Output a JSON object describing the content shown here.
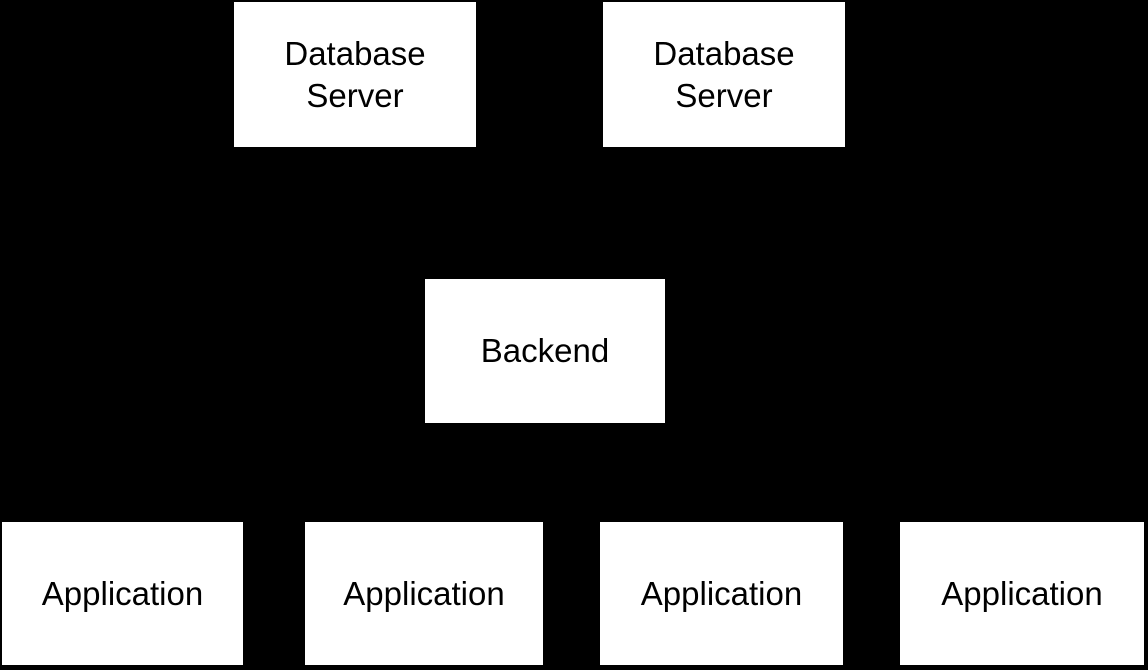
{
  "colors": {
    "background": "#000000",
    "node_fill": "#ffffff",
    "node_text": "#000000"
  },
  "diagram": {
    "type": "architecture-diagram",
    "nodes": [
      {
        "id": "database-server-1",
        "label": "Database Server",
        "row": "top"
      },
      {
        "id": "database-server-2",
        "label": "Database Server",
        "row": "top"
      },
      {
        "id": "backend",
        "label": "Backend",
        "row": "middle"
      },
      {
        "id": "application-1",
        "label": "Application",
        "row": "bottom"
      },
      {
        "id": "application-2",
        "label": "Application",
        "row": "bottom"
      },
      {
        "id": "application-3",
        "label": "Application",
        "row": "bottom"
      },
      {
        "id": "application-4",
        "label": "Application",
        "row": "bottom"
      }
    ]
  }
}
